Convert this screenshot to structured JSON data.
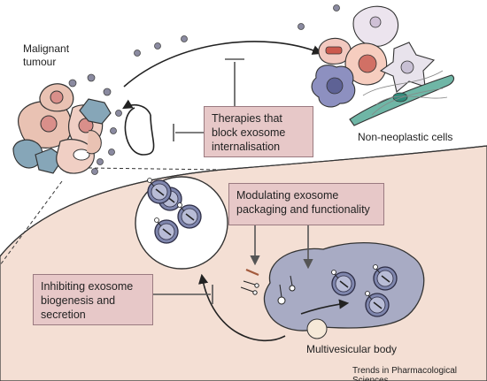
{
  "labels": {
    "tumour": "Malignant\ntumour",
    "nonneoplastic": "Non-neoplastic cells",
    "mvb": "Multivesicular body"
  },
  "therapies": {
    "internalisation": "Therapies that\nblock exosome\ninternalisation",
    "packaging": "Modulating exosome\npackaging and functionality",
    "biogenesis": "Inhibiting exosome\nbiogenesis and\nsecretion"
  },
  "credit": "Trends in Pharmacological Sciences",
  "colors": {
    "cell_background": "#f4dfd4",
    "mvb": "#a8abc4",
    "box_fill": "#e7c8c8",
    "exosome": "#7f86ad"
  }
}
